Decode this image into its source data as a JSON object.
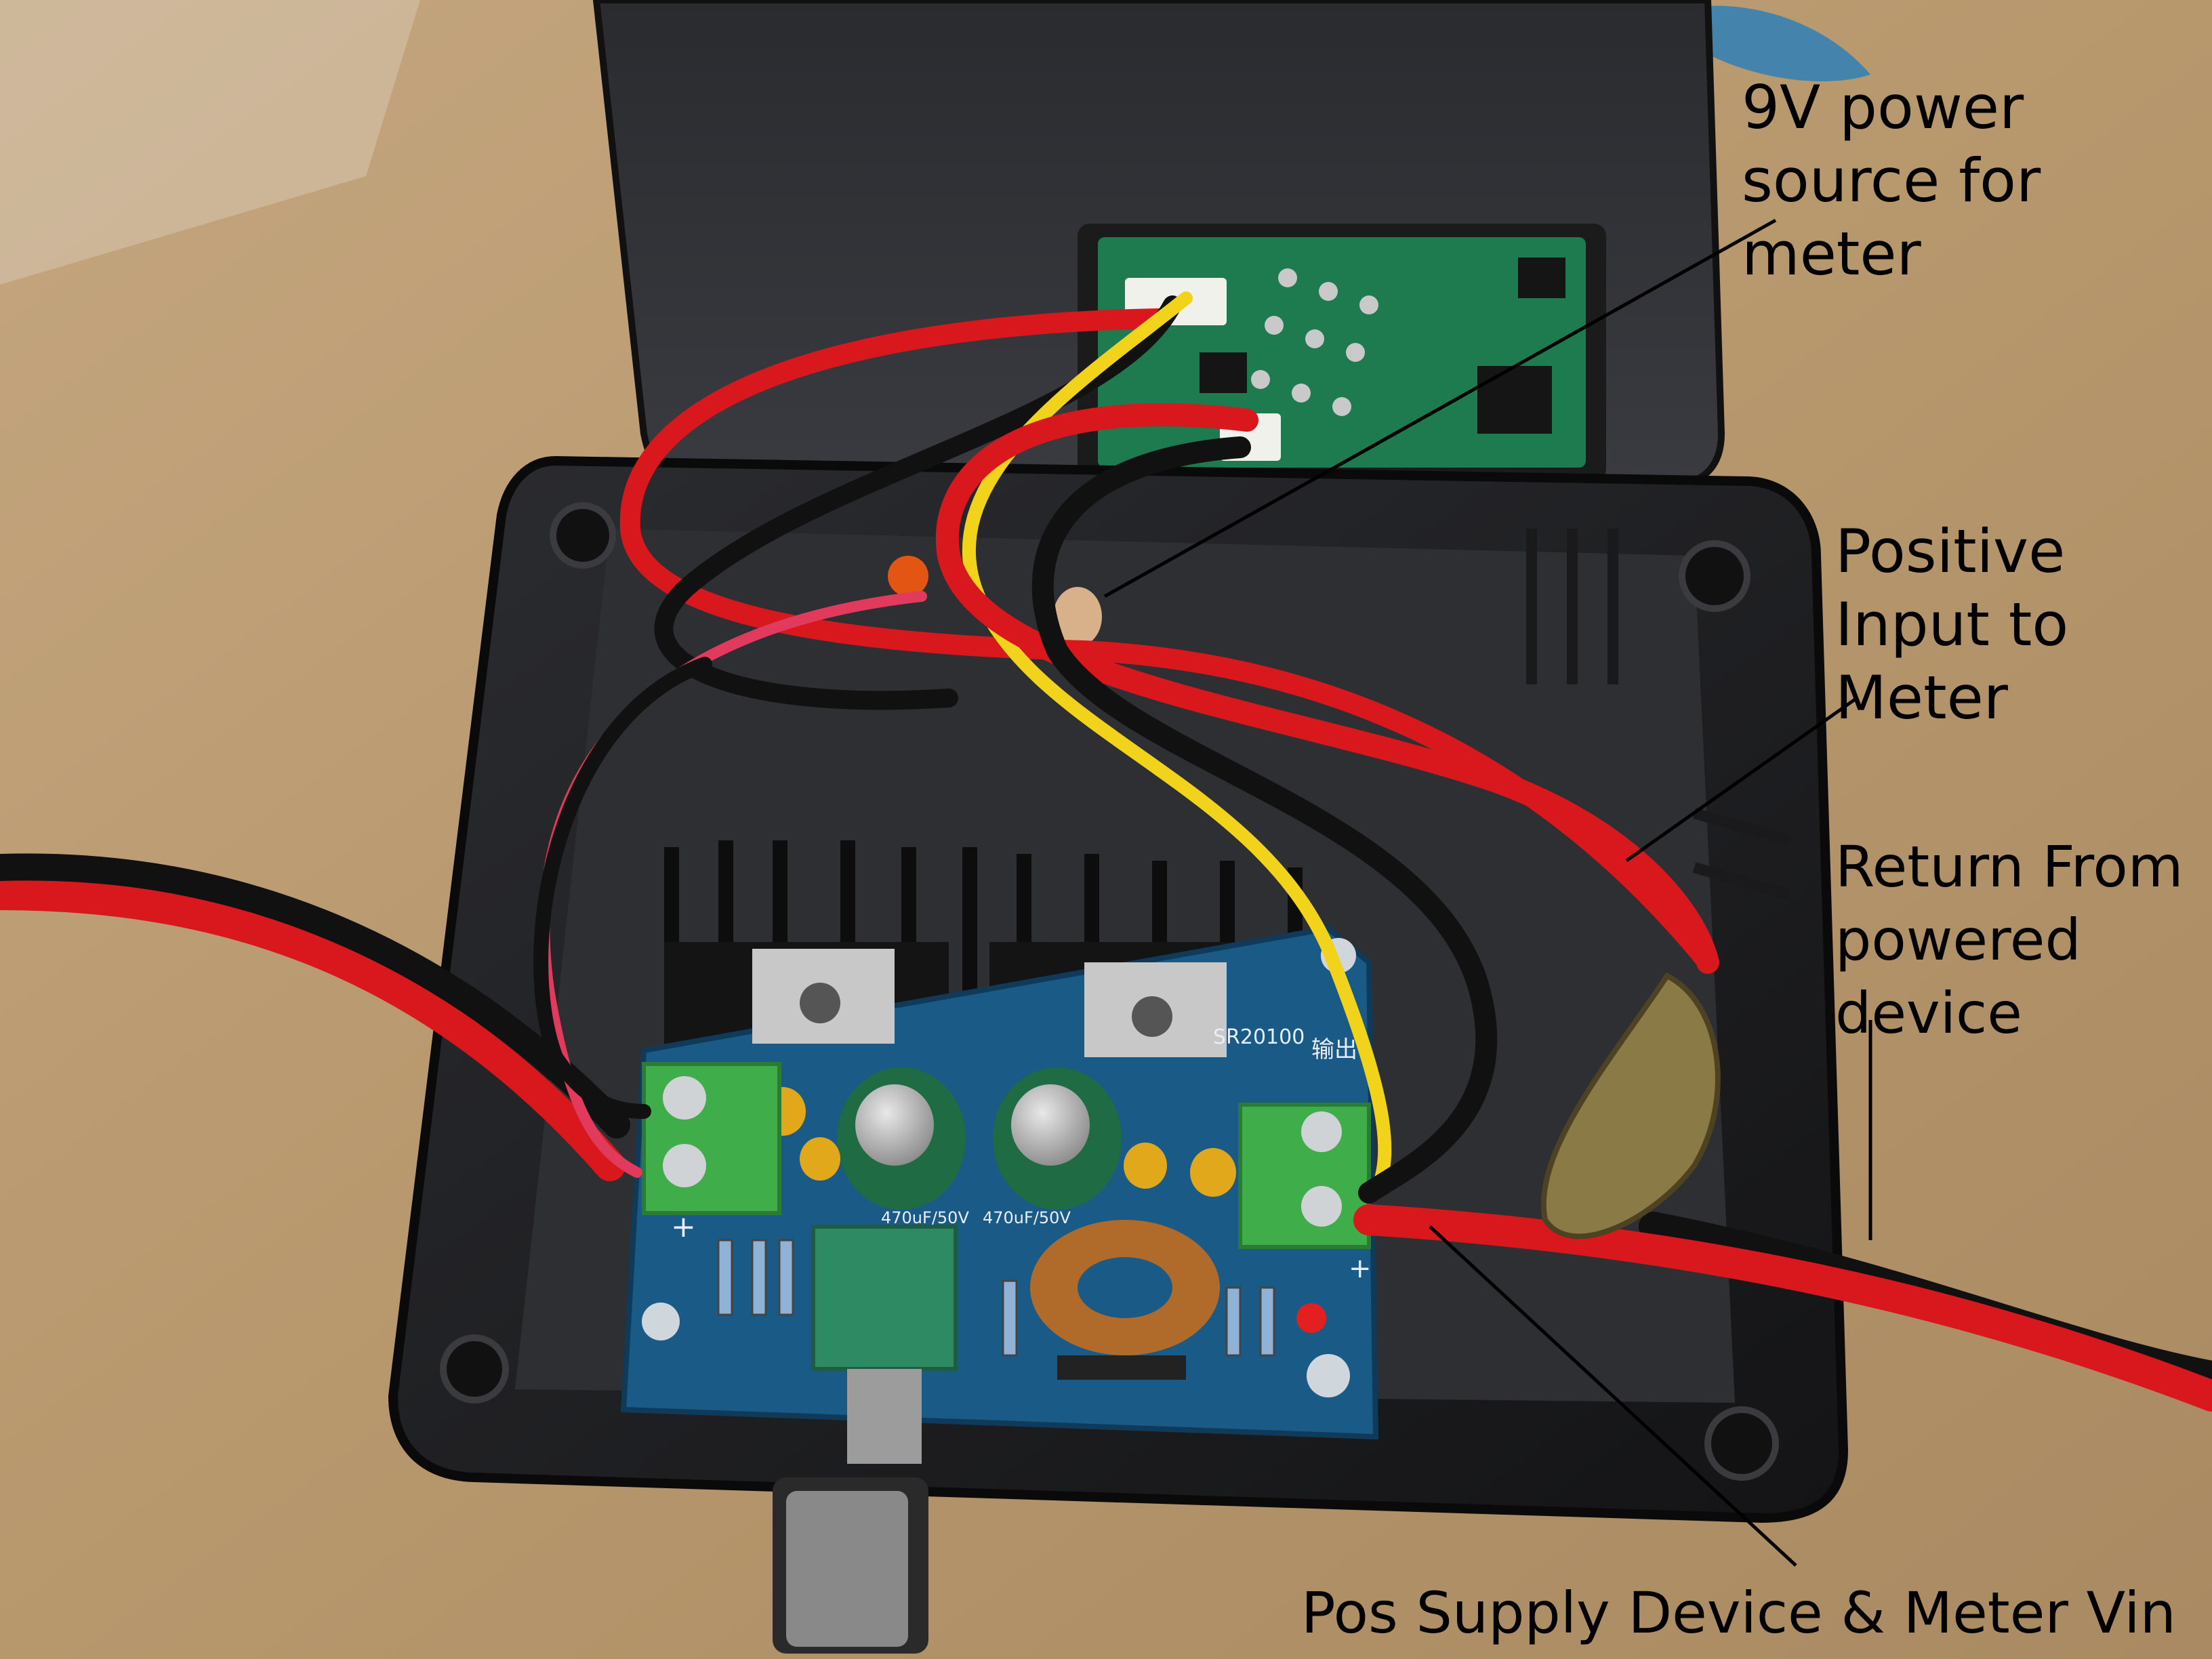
{
  "annotations": {
    "power_source": "9V power\nsource for\nmeter",
    "positive_input": "Positive\nInput to\nMeter",
    "return_from": "Return From\npowered\ndevice",
    "pos_supply": "Pos Supply Device & Meter Vin"
  },
  "pcb_silkscreen": {
    "cap1": "470uF/50V",
    "cap2": "470uF/50V",
    "output_mark": "输出",
    "diode_mark": "SR20100",
    "plus_left": "+",
    "plus_right": "+"
  },
  "colors": {
    "table": "#b99a72",
    "enclosure": "#1c1c1e",
    "pcb": "#1a5a86",
    "terminal": "#3fae4a",
    "wire_red": "#d8181c",
    "wire_black": "#111111",
    "wire_yellow": "#f2d31c"
  }
}
